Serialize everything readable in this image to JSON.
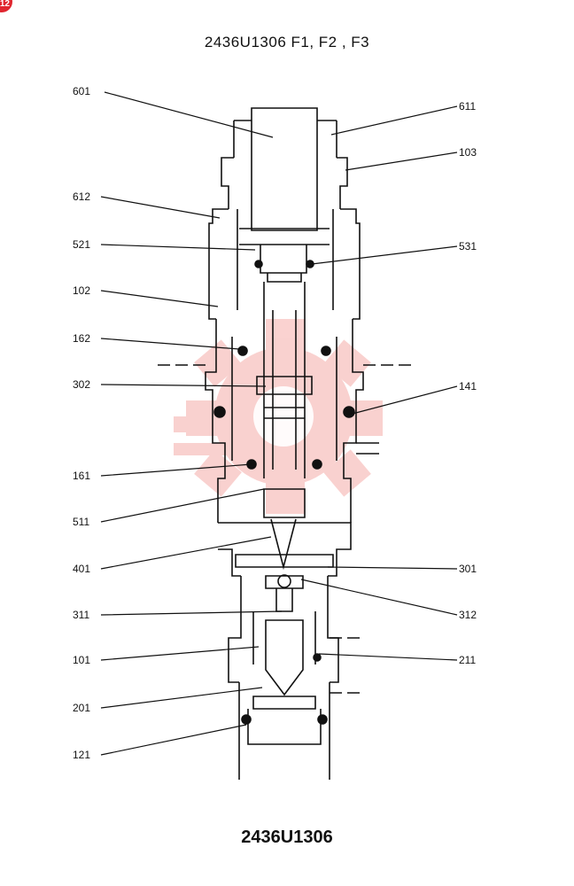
{
  "header": {
    "badge": "12",
    "title": "2436U1306 F1,  F2 , F3"
  },
  "footer": {
    "part_number": "2436U1306"
  },
  "callouts_left": [
    "601",
    "612",
    "521",
    "102",
    "162",
    "302",
    "161",
    "511",
    "401",
    "311",
    "101",
    "201",
    "121"
  ],
  "callouts_right": [
    "611",
    "103",
    "531",
    "141",
    "301",
    "312",
    "211"
  ],
  "watermark": {
    "icon": "gear-logo-icon",
    "color": "#e8332a"
  },
  "colors": {
    "line": "#111111",
    "badge": "#e0262f"
  }
}
